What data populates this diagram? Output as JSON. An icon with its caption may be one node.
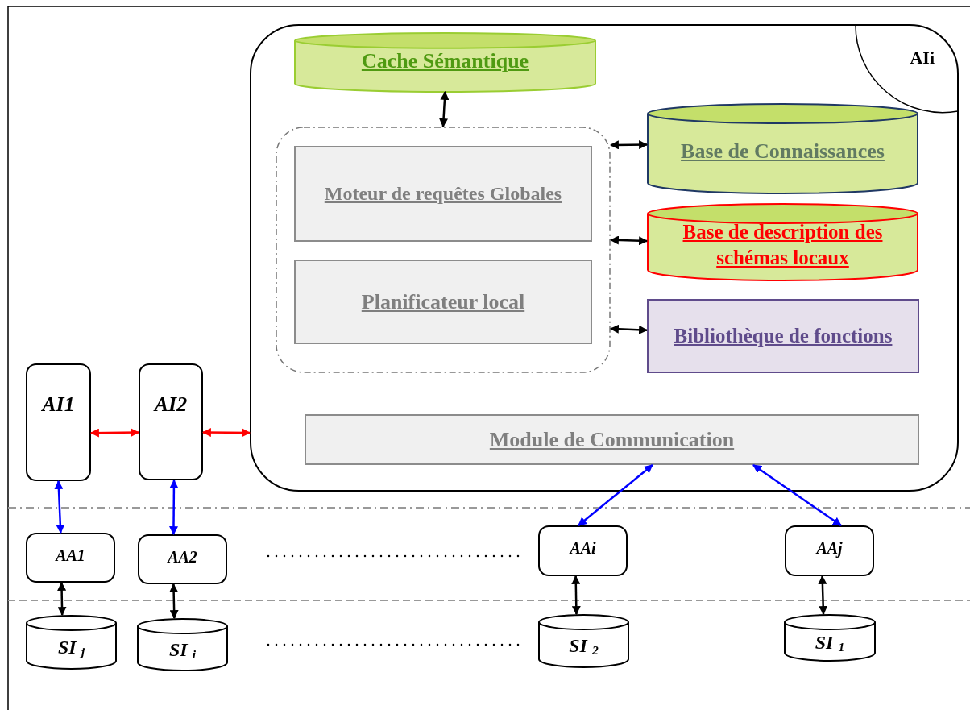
{
  "diagram": {
    "nodes": [
      {
        "text": [
          "AIi"
        ]
      },
      {
        "text": [
          "Cache Sémantique"
        ],
        "in": 0
      },
      {
        "text": [],
        "shape": "box",
        "in": 0
      },
      {
        "text": [
          "Moteur de requêtes Globales"
        ],
        "in": 2
      },
      {
        "text": [
          "Planificateur local"
        ],
        "in": 2
      },
      {
        "text": [
          "Base de Connaissances"
        ],
        "in": 0
      },
      {
        "text": [
          "Base de description des schémas locaux"
        ],
        "in": 0
      },
      {
        "text": [
          "Bibliothèque de fonctions"
        ],
        "in": 0
      },
      {
        "text": [
          "Module de Communication"
        ],
        "in": 0
      },
      {
        "text": [
          "AI1"
        ]
      },
      {
        "text": [
          "AI2"
        ]
      },
      {
        "text": [
          "AA1"
        ]
      },
      {
        "text": [
          "AA2"
        ]
      },
      {
        "text": [
          "AAi"
        ]
      },
      {
        "text": [
          "AAj"
        ]
      },
      {
        "text": [
          "SI $_{j}$"
        ]
      },
      {
        "text": [
          "SI $_{i}$"
        ]
      },
      {
        "text": [
          "SI $_{2}$"
        ]
      },
      {
        "text": [
          "SI $_{1}$"
        ]
      }
    ],
    "edges": [
      {
        "from": 1,
        "to": 2,
        "arrow": "both"
      },
      {
        "from": 2,
        "to": 5,
        "arrow": "both"
      },
      {
        "from": 2,
        "to": 6,
        "arrow": "both"
      },
      {
        "from": 2,
        "to": 7,
        "arrow": "both"
      },
      {
        "from": 9,
        "to": 10,
        "arrow": "both",
        "color": "#ff0000"
      },
      {
        "from": 10,
        "to": 0,
        "arrow": "both",
        "color": "#ff0000"
      },
      {
        "from": 9,
        "to": 11,
        "arrow": "both",
        "color": "#0000ff"
      },
      {
        "from": 10,
        "to": 12,
        "arrow": "both",
        "color": "#0000ff"
      },
      {
        "from": 8,
        "to": 13,
        "arrow": "both",
        "color": "#0000ff"
      },
      {
        "from": 8,
        "to": 14,
        "arrow": "both",
        "color": "#0000ff"
      },
      {
        "from": 11,
        "to": 15,
        "arrow": "both"
      },
      {
        "from": 12,
        "to": 16,
        "arrow": "both"
      },
      {
        "from": 13,
        "to": 17,
        "arrow": "both"
      },
      {
        "from": 14,
        "to": 18,
        "arrow": "both"
      }
    ]
  }
}
